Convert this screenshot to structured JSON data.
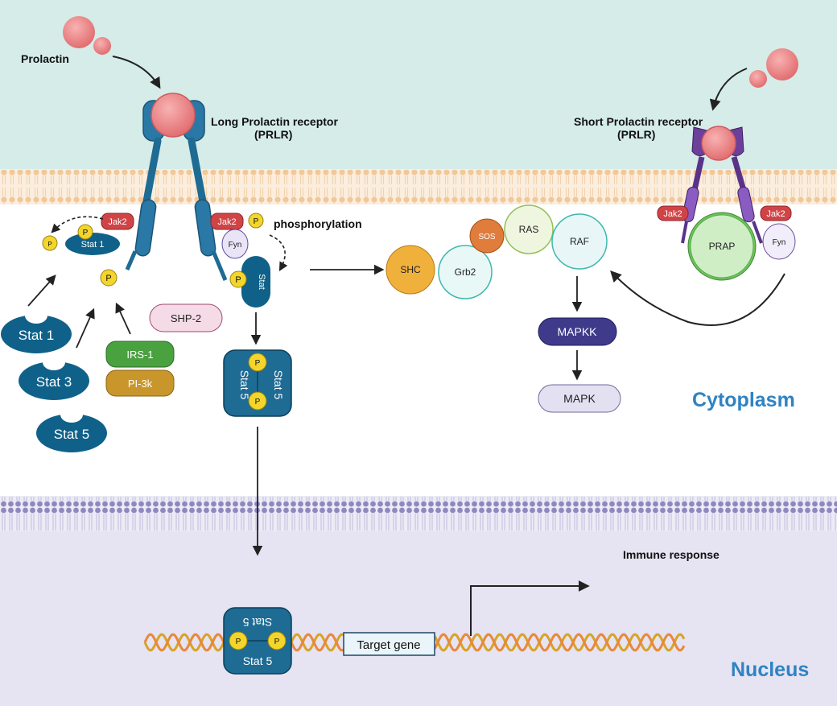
{
  "labels": {
    "prolactin": "Prolactin",
    "long_receptor_line1": "Long Prolactin receptor",
    "long_receptor_line2": "(PRLR)",
    "short_receptor_line1": "Short Prolactin receptor",
    "short_receptor_line2": "(PRLR)",
    "phosphorylation": "phosphorylation",
    "cytoplasm": "Cytoplasm",
    "nucleus": "Nucleus",
    "immune_response": "Immune response",
    "target_gene": "Target gene"
  },
  "proteins": {
    "jak2": "Jak2",
    "fyn": "Fyn",
    "stat": "Stat",
    "stat1": "Stat 1",
    "stat3": "Stat 3",
    "stat5": "Stat 5",
    "p": "P",
    "shp2": "SHP-2",
    "irs1": "IRS-1",
    "pi3k": "PI-3k",
    "shc": "SHC",
    "grb2": "Grb2",
    "sos": "SOS",
    "ras": "RAS",
    "raf": "RAF",
    "mapkk": "MAPKK",
    "mapk": "MAPK",
    "prap": "PRAP"
  },
  "colors": {
    "extracellular": "#d5ece8",
    "membrane": "#f7e2c8",
    "nucleus": "#e6e3f2",
    "nuclear_membrane": "#9d96c6",
    "receptor": "#1e6b94",
    "short_receptor": "#6b3f9a",
    "prolactin": "#ec8a8a",
    "stat": "#0f6189",
    "jak2": "#d04447",
    "phospho": "#f4d52c",
    "compartment_label": "#2f83c3"
  }
}
